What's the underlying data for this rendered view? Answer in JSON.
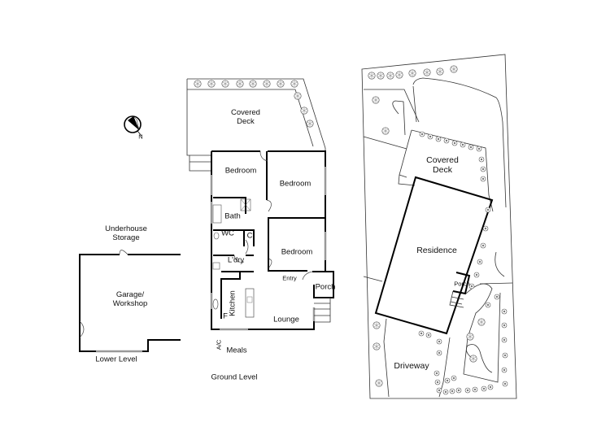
{
  "compass": {
    "icon": "north-arrow-icon",
    "label": "N"
  },
  "lower_level": {
    "title": "Lower Level",
    "rooms": [
      {
        "id": "underhouse-storage",
        "label": "Underhouse\nStorage"
      },
      {
        "id": "garage-workshop",
        "label": "Garage/\nWorkshop"
      }
    ]
  },
  "ground_level": {
    "title": "Ground Level",
    "rooms": [
      {
        "id": "covered-deck",
        "label": "Covered\nDeck"
      },
      {
        "id": "bedroom-1",
        "label": "Bedroom"
      },
      {
        "id": "bedroom-2",
        "label": "Bedroom"
      },
      {
        "id": "bedroom-3",
        "label": "Bedroom"
      },
      {
        "id": "bath",
        "label": "Bath"
      },
      {
        "id": "wc",
        "label": "WC"
      },
      {
        "id": "cupboard",
        "label": "C"
      },
      {
        "id": "laundry",
        "label": "L'dry"
      },
      {
        "id": "entry",
        "label": "Entry"
      },
      {
        "id": "porch",
        "label": "Porch"
      },
      {
        "id": "kitchen",
        "label": "Kitchen"
      },
      {
        "id": "fridge",
        "label": "F"
      },
      {
        "id": "lounge",
        "label": "Lounge"
      },
      {
        "id": "ac",
        "label": "A/C"
      },
      {
        "id": "meals",
        "label": "Meals"
      }
    ]
  },
  "site_plan": {
    "areas": [
      {
        "id": "site-covered-deck",
        "label": "Covered\nDeck"
      },
      {
        "id": "site-residence",
        "label": "Residence"
      },
      {
        "id": "site-porch",
        "label": "Porch"
      },
      {
        "id": "site-driveway",
        "label": "Driveway"
      }
    ]
  }
}
